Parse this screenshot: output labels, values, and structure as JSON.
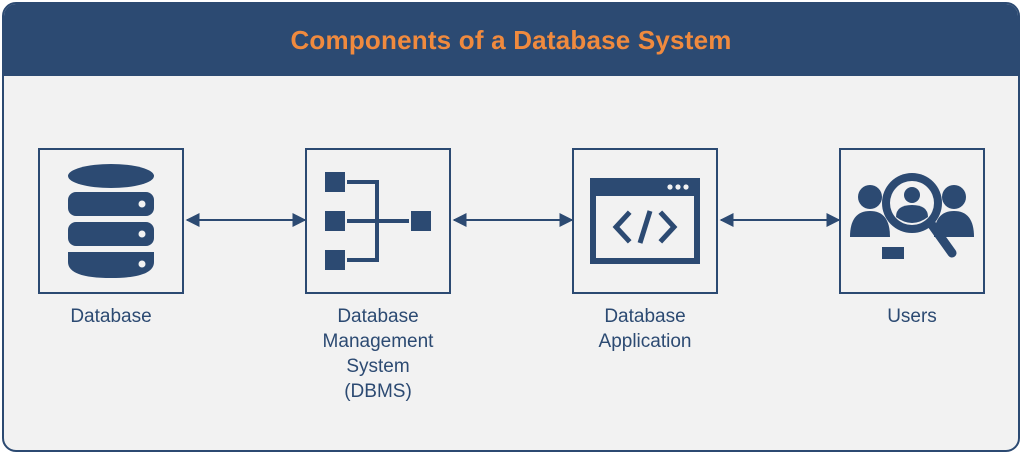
{
  "title": "Components of a Database System",
  "colors": {
    "navy": "#2c4a72",
    "orange": "#f08a3e",
    "panel": "#f2f2f2"
  },
  "components": [
    {
      "icon": "database-icon",
      "lines": [
        "Database"
      ]
    },
    {
      "icon": "dbms-hierarchy-icon",
      "lines": [
        "Database",
        "Management",
        "System",
        "(DBMS)"
      ]
    },
    {
      "icon": "code-window-icon",
      "lines": [
        "Database",
        "Application"
      ]
    },
    {
      "icon": "users-search-icon",
      "lines": [
        "Users"
      ]
    }
  ]
}
